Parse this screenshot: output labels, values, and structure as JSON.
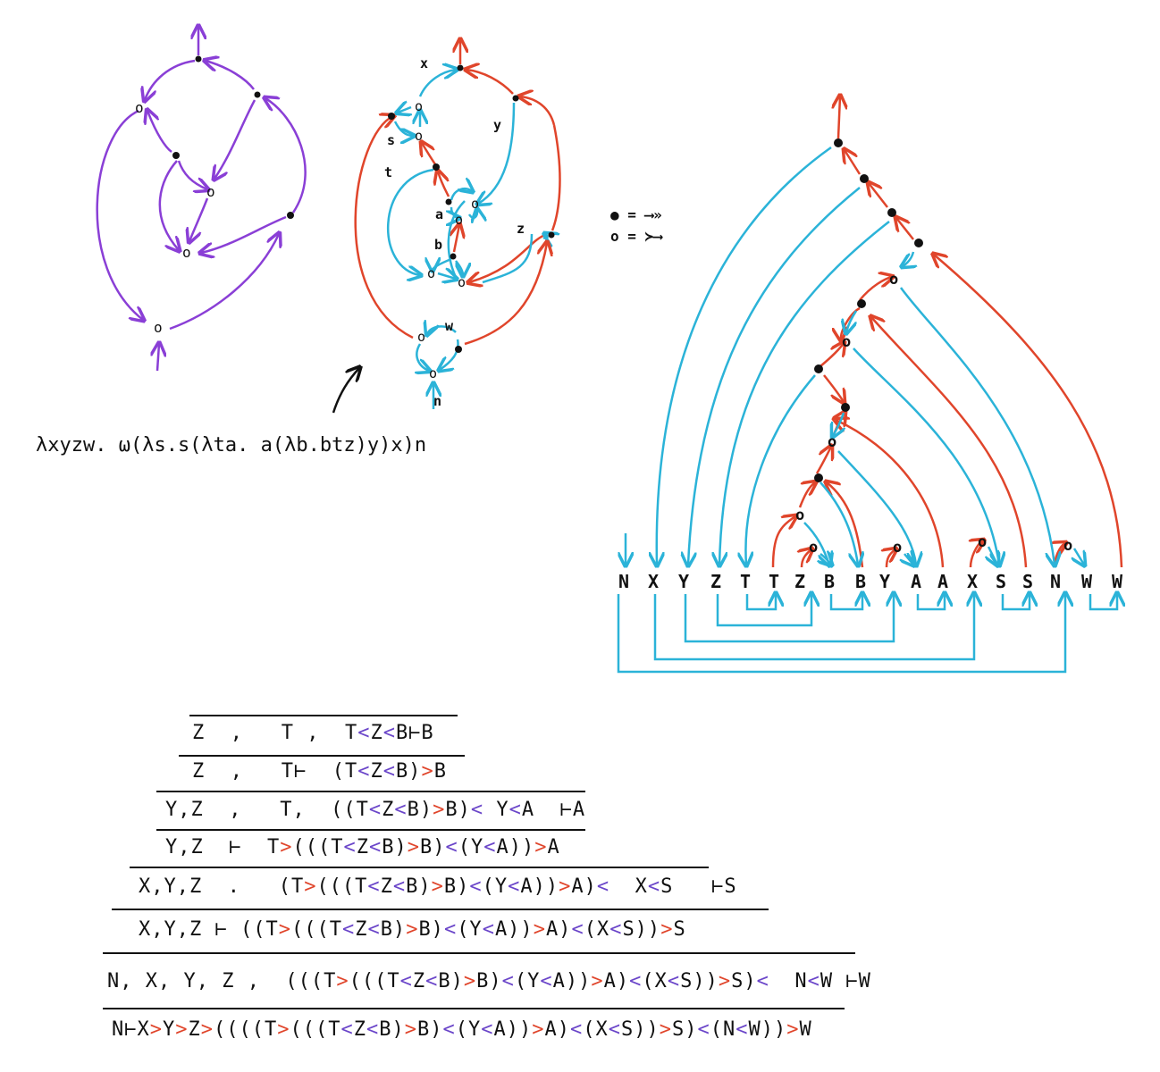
{
  "colors": {
    "purple": "#8a3fd6",
    "red": "#e0452b",
    "cyan": "#2bb3d8",
    "ink": "#111111",
    "lt_color": "#6a45c9",
    "gt_color": "#e0452b"
  },
  "middle_graph": {
    "labels": {
      "x": "x",
      "y": "y",
      "s": "s",
      "t": "t",
      "a": "a",
      "b": "b",
      "z": "z",
      "w": "w",
      "n": "n"
    }
  },
  "lambda_term": "λxyzw. ω(λs.s(λta. a(λb.btz)y)x)n",
  "legend": {
    "filled": "● = ⟶»",
    "hollow": "o = ≻⟶"
  },
  "tree": {
    "leaves": [
      "N",
      "X",
      "Y",
      "Z",
      "T",
      "T",
      "Z",
      "B",
      "B",
      "Y",
      "A",
      "A",
      "X",
      "S",
      "S",
      "N",
      "W",
      "W"
    ]
  },
  "proof": {
    "lines": [
      [
        {
          "t": "Z  ,   T ,  T"
        },
        {
          "t": "<",
          "c": "p"
        },
        {
          "t": "Z"
        },
        {
          "t": "<",
          "c": "p"
        },
        {
          "t": "B⊢B"
        }
      ],
      [
        {
          "t": "Z  ,   T⊢  (T"
        },
        {
          "t": "<",
          "c": "p"
        },
        {
          "t": "Z"
        },
        {
          "t": "<",
          "c": "p"
        },
        {
          "t": "B)"
        },
        {
          "t": ">",
          "c": "r"
        },
        {
          "t": "B"
        }
      ],
      [
        {
          "t": "Y,Z  ,   T,  ((T"
        },
        {
          "t": "<",
          "c": "p"
        },
        {
          "t": "Z"
        },
        {
          "t": "<",
          "c": "p"
        },
        {
          "t": "B)"
        },
        {
          "t": ">",
          "c": "r"
        },
        {
          "t": "B)"
        },
        {
          "t": "<",
          "c": "p"
        },
        {
          "t": " Y"
        },
        {
          "t": "<",
          "c": "p"
        },
        {
          "t": "A  ⊢A"
        }
      ],
      [
        {
          "t": "Y,Z  ⊢  T"
        },
        {
          "t": ">",
          "c": "r"
        },
        {
          "t": "(((T"
        },
        {
          "t": "<",
          "c": "p"
        },
        {
          "t": "Z"
        },
        {
          "t": "<",
          "c": "p"
        },
        {
          "t": "B)"
        },
        {
          "t": ">",
          "c": "r"
        },
        {
          "t": "B)"
        },
        {
          "t": "<",
          "c": "p"
        },
        {
          "t": "(Y"
        },
        {
          "t": "<",
          "c": "p"
        },
        {
          "t": "A))"
        },
        {
          "t": ">",
          "c": "r"
        },
        {
          "t": "A"
        }
      ],
      [
        {
          "t": "X,Y,Z  .   (T"
        },
        {
          "t": ">",
          "c": "r"
        },
        {
          "t": "(((T"
        },
        {
          "t": "<",
          "c": "p"
        },
        {
          "t": "Z"
        },
        {
          "t": "<",
          "c": "p"
        },
        {
          "t": "B)"
        },
        {
          "t": ">",
          "c": "r"
        },
        {
          "t": "B)"
        },
        {
          "t": "<",
          "c": "p"
        },
        {
          "t": "(Y"
        },
        {
          "t": "<",
          "c": "p"
        },
        {
          "t": "A))"
        },
        {
          "t": ">",
          "c": "r"
        },
        {
          "t": "A)"
        },
        {
          "t": "<",
          "c": "p"
        },
        {
          "t": "  X"
        },
        {
          "t": "<",
          "c": "p"
        },
        {
          "t": "S   ⊢S"
        }
      ],
      [
        {
          "t": "X,Y,Z ⊢ ((T"
        },
        {
          "t": ">",
          "c": "r"
        },
        {
          "t": "(((T"
        },
        {
          "t": "<",
          "c": "p"
        },
        {
          "t": "Z"
        },
        {
          "t": "<",
          "c": "p"
        },
        {
          "t": "B)"
        },
        {
          "t": ">",
          "c": "r"
        },
        {
          "t": "B)"
        },
        {
          "t": "<",
          "c": "p"
        },
        {
          "t": "(Y"
        },
        {
          "t": "<",
          "c": "p"
        },
        {
          "t": "A))"
        },
        {
          "t": ">",
          "c": "r"
        },
        {
          "t": "A)"
        },
        {
          "t": "<",
          "c": "p"
        },
        {
          "t": "(X"
        },
        {
          "t": "<",
          "c": "p"
        },
        {
          "t": "S))"
        },
        {
          "t": ">",
          "c": "r"
        },
        {
          "t": "S"
        }
      ],
      [
        {
          "t": "N, X, Y, Z ,  (((T"
        },
        {
          "t": ">",
          "c": "r"
        },
        {
          "t": "(((T"
        },
        {
          "t": "<",
          "c": "p"
        },
        {
          "t": "Z"
        },
        {
          "t": "<",
          "c": "p"
        },
        {
          "t": "B)"
        },
        {
          "t": ">",
          "c": "r"
        },
        {
          "t": "B)"
        },
        {
          "t": "<",
          "c": "p"
        },
        {
          "t": "(Y"
        },
        {
          "t": "<",
          "c": "p"
        },
        {
          "t": "A))"
        },
        {
          "t": ">",
          "c": "r"
        },
        {
          "t": "A)"
        },
        {
          "t": "<",
          "c": "p"
        },
        {
          "t": "(X"
        },
        {
          "t": "<",
          "c": "p"
        },
        {
          "t": "S))"
        },
        {
          "t": ">",
          "c": "r"
        },
        {
          "t": "S)"
        },
        {
          "t": "<",
          "c": "p"
        },
        {
          "t": "  N"
        },
        {
          "t": "<",
          "c": "p"
        },
        {
          "t": "W ⊢W"
        }
      ],
      [
        {
          "t": "N⊢X"
        },
        {
          "t": ">",
          "c": "r"
        },
        {
          "t": "Y"
        },
        {
          "t": ">",
          "c": "r"
        },
        {
          "t": "Z"
        },
        {
          "t": ">",
          "c": "r"
        },
        {
          "t": "((((T"
        },
        {
          "t": ">",
          "c": "r"
        },
        {
          "t": "(((T"
        },
        {
          "t": "<",
          "c": "p"
        },
        {
          "t": "Z"
        },
        {
          "t": "<",
          "c": "p"
        },
        {
          "t": "B)"
        },
        {
          "t": ">",
          "c": "r"
        },
        {
          "t": "B)"
        },
        {
          "t": "<",
          "c": "p"
        },
        {
          "t": "(Y"
        },
        {
          "t": "<",
          "c": "p"
        },
        {
          "t": "A))"
        },
        {
          "t": ">",
          "c": "r"
        },
        {
          "t": "A)"
        },
        {
          "t": "<",
          "c": "p"
        },
        {
          "t": "(X"
        },
        {
          "t": "<",
          "c": "p"
        },
        {
          "t": "S))"
        },
        {
          "t": ">",
          "c": "r"
        },
        {
          "t": "S)"
        },
        {
          "t": "<",
          "c": "p"
        },
        {
          "t": "(N"
        },
        {
          "t": "<",
          "c": "p"
        },
        {
          "t": "W))"
        },
        {
          "t": ">",
          "c": "r"
        },
        {
          "t": "W"
        }
      ]
    ]
  }
}
